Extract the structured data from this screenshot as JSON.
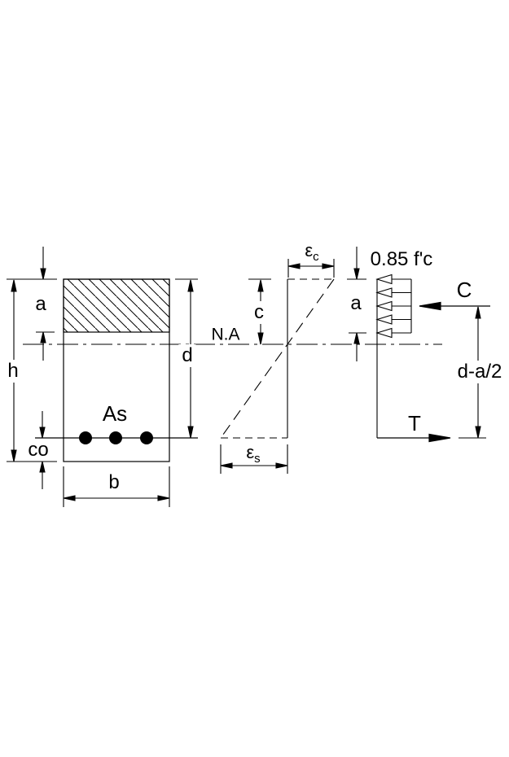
{
  "diagram_type": "reinforced-concrete-beam-stress-strain-diagram",
  "colors": {
    "line": "#000000",
    "background": "#ffffff",
    "text": "#000000"
  },
  "cross_section": {
    "block_depth_label": "a",
    "height_label": "h",
    "cover_label": "co",
    "width_label": "b",
    "steel_area_label": "As",
    "effective_depth_label": "d"
  },
  "strain_diagram": {
    "neutral_axis_label": "N.A",
    "neutral_axis_depth_label": "c",
    "concrete_strain": {
      "base": "ε",
      "sub": "c"
    },
    "steel_strain": {
      "base": "ε",
      "sub": "s"
    }
  },
  "stress_diagram": {
    "stress_magnitude_label": "0.85 f'c",
    "block_depth_label": "a",
    "compression_force_label": "C",
    "tension_force_label": "T",
    "lever_arm_label": "d-a/2"
  }
}
